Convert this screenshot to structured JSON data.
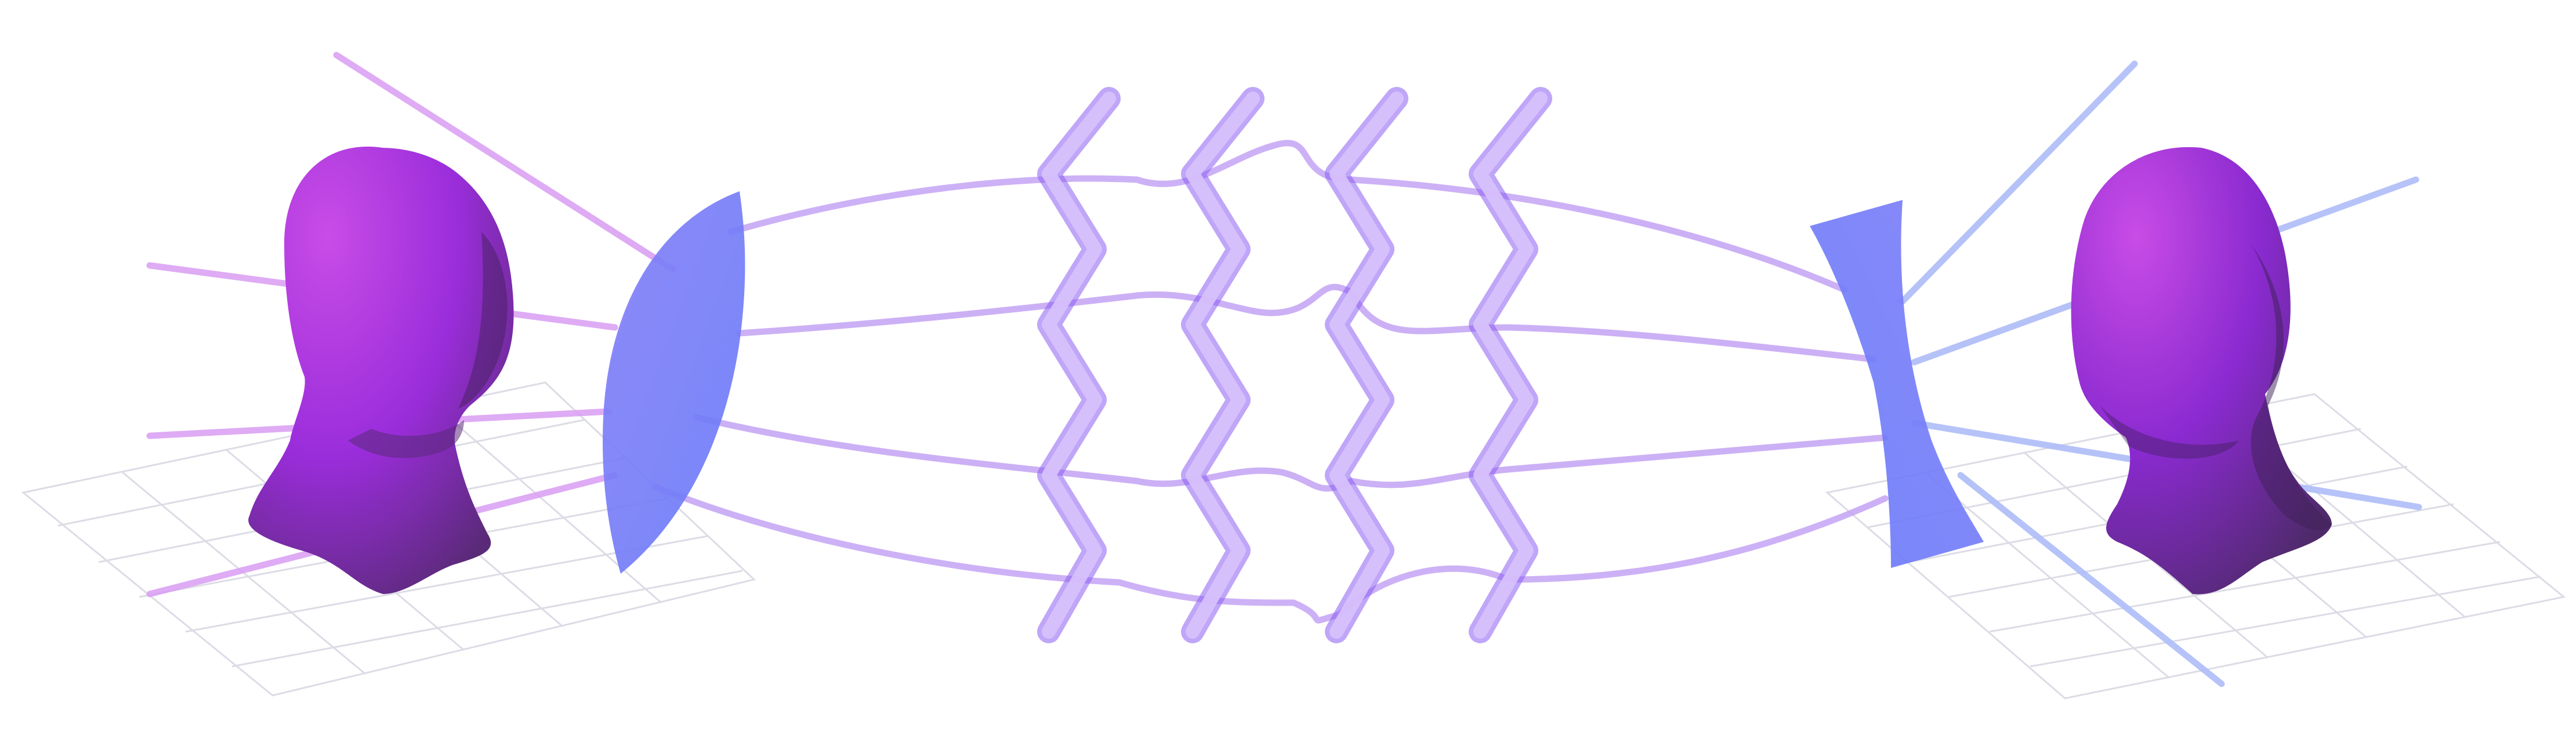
{
  "colors": {
    "background": "#ffffff",
    "grid_line": "#d9d9e3",
    "ray_left": "#d89cf2",
    "ray_middle": "#bfa6f5",
    "ray_right": "#aebcf8",
    "head_light": "#c94ce6",
    "head_mid": "#9a2ddb",
    "head_dark": "#5a2a78",
    "lens_blue": "#6f7ef9",
    "lens_pink": "#f58ff2",
    "zigzag_fill": "#c9a8f7",
    "zigzag_stroke": "#8a5cf2"
  },
  "scene": {
    "left_head": {
      "icon": "head-bust-icon",
      "facing": "right"
    },
    "convex_lens": {
      "icon": "convex-lens-icon"
    },
    "scattering_medium": {
      "icon": "zigzag-medium-icon",
      "strand_count": 4
    },
    "concave_lens": {
      "icon": "concave-lens-icon"
    },
    "right_head": {
      "icon": "head-bust-icon",
      "facing": "left"
    },
    "floor_grids": {
      "left": true,
      "right": true
    }
  }
}
